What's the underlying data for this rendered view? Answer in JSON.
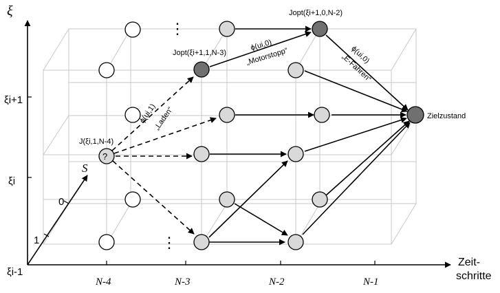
{
  "axes": {
    "y_symbol": "ξ",
    "y_ticks": [
      "ξi+1",
      "ξi",
      "ξi-1"
    ],
    "s_symbol": "S",
    "s_ticks": [
      "0",
      "1"
    ],
    "x_label_line1": "Zeit-",
    "x_label_line2": "schritte",
    "x_ticks": [
      "N-4",
      "N-3",
      "N-2",
      "N-1"
    ]
  },
  "labels": {
    "goal": "Zielzustand",
    "question": "?",
    "j_start": "J(ξi,1,N-4)",
    "j_opt_1": "Jopt(ξi+1,1,N-3)",
    "j_opt_2": "Jopt(ξi+1,0,N-2)",
    "phi_laden": "ϕ(ui,1)",
    "laden": "„Laden“",
    "phi_motorstopp": "ϕ(ui,0)",
    "motorstopp": "„Motorstopp“",
    "phi_efahren": "ϕ(ui,0)",
    "efahren": "„E-Fahren“",
    "vdots": "⋮"
  }
}
